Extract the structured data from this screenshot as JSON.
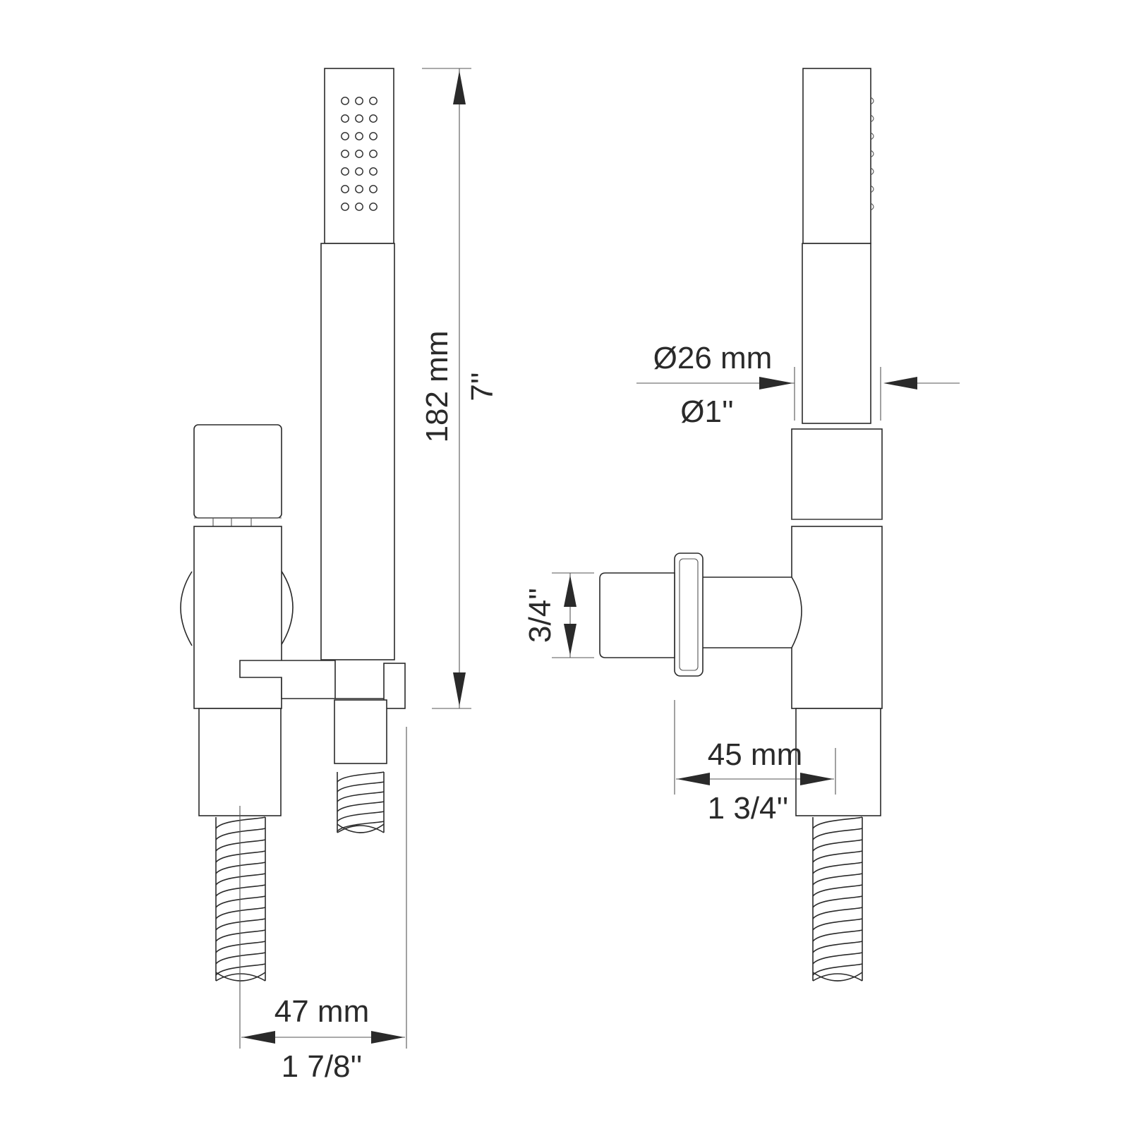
{
  "dimensions": {
    "height_metric": "182 mm",
    "height_imperial": "7''",
    "diameter_metric": "Ø26 mm",
    "diameter_imperial": "Ø1''",
    "thread": "3/4''",
    "projection_metric": "45 mm",
    "projection_imperial": "1 3/4''",
    "width_metric": "47 mm",
    "width_imperial": "1 7/8''"
  },
  "colors": {
    "line": "#2a2a2a",
    "background": "#ffffff"
  }
}
